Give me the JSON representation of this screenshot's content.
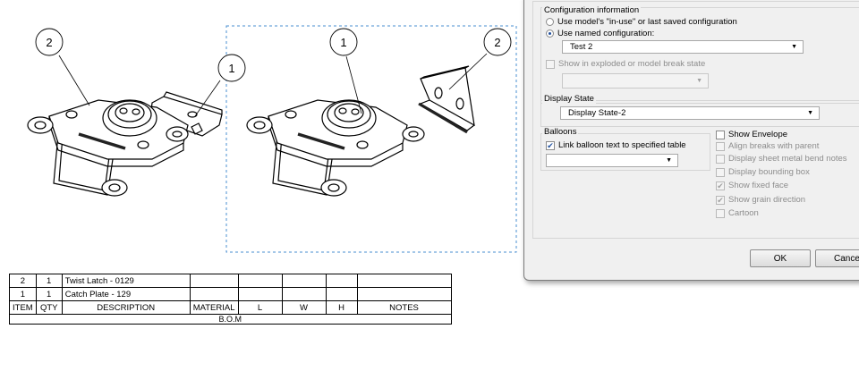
{
  "balloons": {
    "left_item": "2",
    "left_catch": "1",
    "right_catch": "1",
    "right_item": "2"
  },
  "bom": {
    "rows": [
      {
        "item": "2",
        "qty": "1",
        "description": "Twist Latch - 0129",
        "material": "",
        "l": "",
        "w": "",
        "h": "",
        "notes": ""
      },
      {
        "item": "1",
        "qty": "1",
        "description": "Catch Plate - 129",
        "material": "",
        "l": "",
        "w": "",
        "h": "",
        "notes": ""
      }
    ],
    "headers": {
      "item": "ITEM",
      "qty": "QTY",
      "description": "DESCRIPTION",
      "material": "MATERIAL",
      "l": "L",
      "w": "W",
      "h": "H",
      "notes": "NOTES"
    },
    "caption": "B.O.M"
  },
  "dialog": {
    "config_group_title": "Configuration information",
    "opt_inuse": "Use model's \"in-use\" or last saved configuration",
    "opt_named": "Use named configuration:",
    "config_value": "Test 2",
    "exploded_label": "Show in exploded or model break state",
    "display_state_title": "Display State",
    "display_state_value": "Display State-2",
    "balloons_title": "Balloons",
    "link_balloon_label": "Link balloon text to specified table",
    "balloon_table_value": "",
    "show_envelope": "Show Envelope",
    "align_breaks": "Align breaks with parent",
    "display_bend_notes": "Display sheet metal bend notes",
    "display_bbox": "Display bounding box",
    "show_fixed_face": "Show fixed face",
    "show_grain": "Show grain direction",
    "cartoon": "Cartoon",
    "ok_label": "OK",
    "cancel_label": "Cancel"
  }
}
